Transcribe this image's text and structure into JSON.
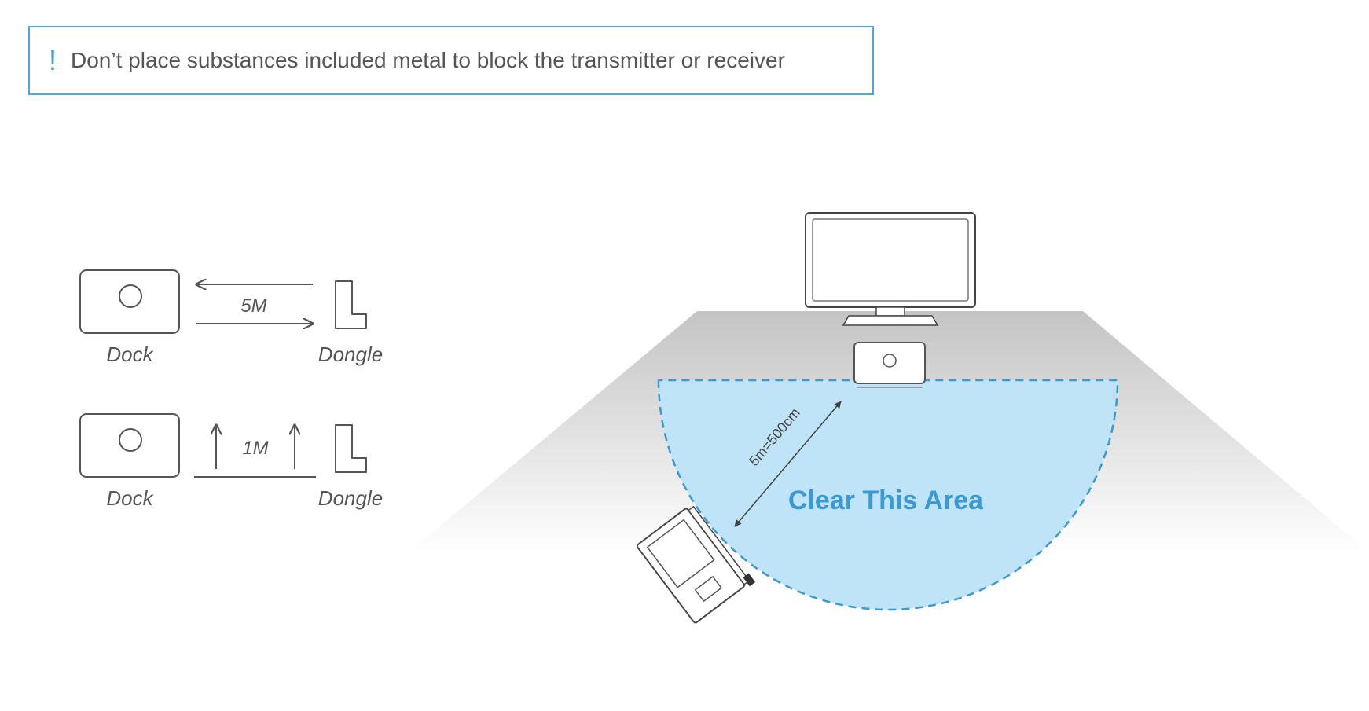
{
  "notice": {
    "icon": "exclamation-icon",
    "icon_glyph": "!",
    "text": "Don’t place substances included metal to block the transmitter or receiver"
  },
  "left_diagram": {
    "row1": {
      "left_label": "Dock",
      "right_label": "Dongle",
      "distance_label": "5M"
    },
    "row2": {
      "left_label": "Dock",
      "right_label": "Dongle",
      "height_label": "1M"
    }
  },
  "right_diagram": {
    "area_label": "Clear This Area",
    "radius_label": "5m=500cm",
    "colors": {
      "area_fill": "#bfe3f7",
      "area_border": "#3a9ad1",
      "label": "#3a9ad1"
    }
  }
}
